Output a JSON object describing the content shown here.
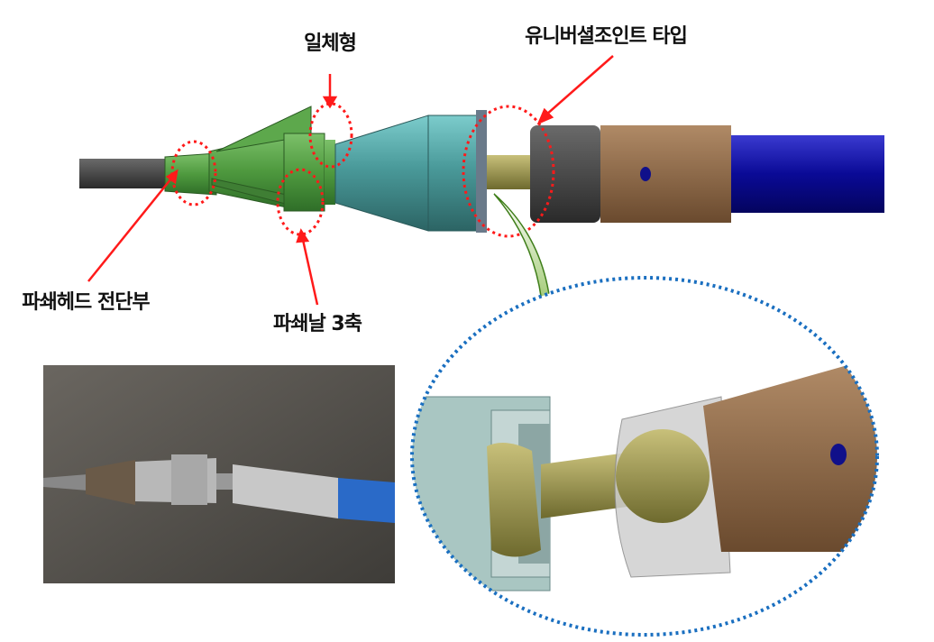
{
  "labels": {
    "integrated": "일체형",
    "universal_joint": "유니버셜조인트 타입",
    "head_front": "파쇄헤드 전단부",
    "blade_3axis": "파쇄날 3축"
  },
  "colors": {
    "callout": "#ff1a1a",
    "zoom_ellipse": "#1a6fc0",
    "arrow": "#6fae2a"
  }
}
